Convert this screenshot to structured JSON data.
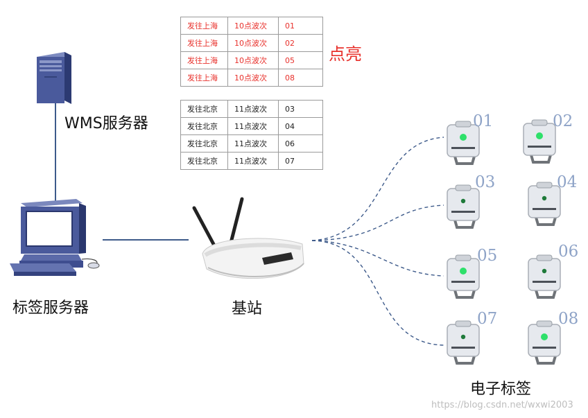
{
  "labels": {
    "wms_server": "WMS服务器",
    "tag_server": "标签服务器",
    "base_station": "基站",
    "electronic_tags": "电子标签",
    "lit_note": "点亮"
  },
  "lit_orders": [
    [
      "发往上海",
      "10点波次",
      "01"
    ],
    [
      "发往上海",
      "10点波次",
      "02"
    ],
    [
      "发往上海",
      "10点波次",
      "05"
    ],
    [
      "发往上海",
      "10点波次",
      "08"
    ]
  ],
  "unlit_orders": [
    [
      "发往北京",
      "11点波次",
      "03"
    ],
    [
      "发往北京",
      "11点波次",
      "04"
    ],
    [
      "发往北京",
      "11点波次",
      "06"
    ],
    [
      "发往北京",
      "11点波次",
      "07"
    ]
  ],
  "tags": [
    {
      "id": "01",
      "lit": true
    },
    {
      "id": "02",
      "lit": true
    },
    {
      "id": "03",
      "lit": false
    },
    {
      "id": "04",
      "lit": false
    },
    {
      "id": "05",
      "lit": true
    },
    {
      "id": "06",
      "lit": false
    },
    {
      "id": "07",
      "lit": false
    },
    {
      "id": "08",
      "lit": true
    }
  ],
  "watermark": "https://blog.csdn.net/wxwi2003",
  "colors": {
    "lit_text": "#e8302b",
    "tag_number": "#8ea3c7",
    "connector": "#3d5a8a",
    "led_on": "#2ee06a",
    "led_off": "#1f7a3a"
  }
}
